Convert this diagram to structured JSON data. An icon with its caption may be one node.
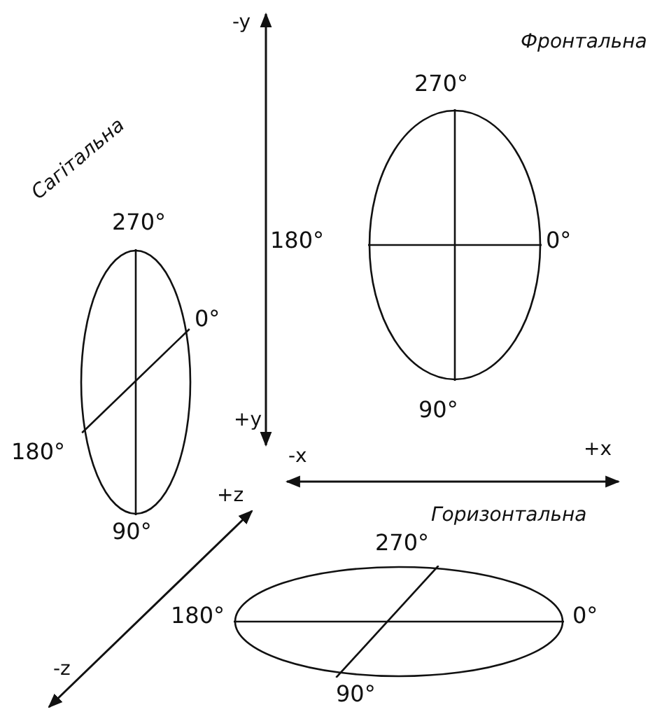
{
  "diagram": {
    "nodes": [
      {
        "text": [
          "Фронтальна"
        ],
        "beside": [
          "270°",
          "180°",
          "0°",
          "90°"
        ]
      },
      {
        "text": [
          "Сагітальна"
        ],
        "beside": [
          "270°",
          "0°",
          "180°",
          "90°"
        ]
      },
      {
        "text": [
          "Горизонтальна"
        ],
        "beside": [
          "270°",
          "180°",
          "0°",
          "90°"
        ]
      }
    ],
    "edges": [],
    "labels": [
      "-y",
      "+y",
      "-x",
      "+x",
      "+z",
      "-z"
    ]
  }
}
